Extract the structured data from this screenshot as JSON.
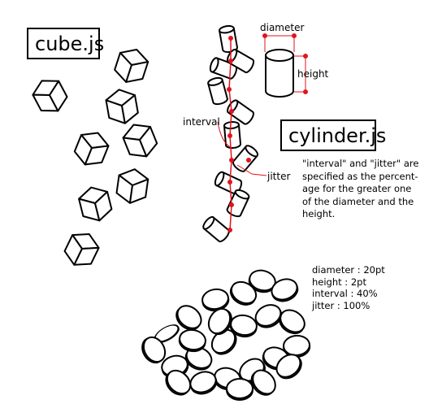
{
  "cube_title": "cube.js",
  "cylinder_title": "cylinder.js",
  "labels": {
    "diameter": "diameter",
    "height": "height",
    "interval": "interval",
    "jitter": "jitter"
  },
  "description_lines": [
    "\"interval\" and \"jitter\" are",
    "specified as the percent-",
    "age for the greater one",
    "of the diameter and the",
    "height."
  ],
  "params": [
    "diameter : 20pt",
    "height : 2pt",
    "interval : 40%",
    "jitter : 100%"
  ],
  "colors": {
    "stroke": "#000000",
    "accent": "#e0141e",
    "background": "#ffffff"
  }
}
